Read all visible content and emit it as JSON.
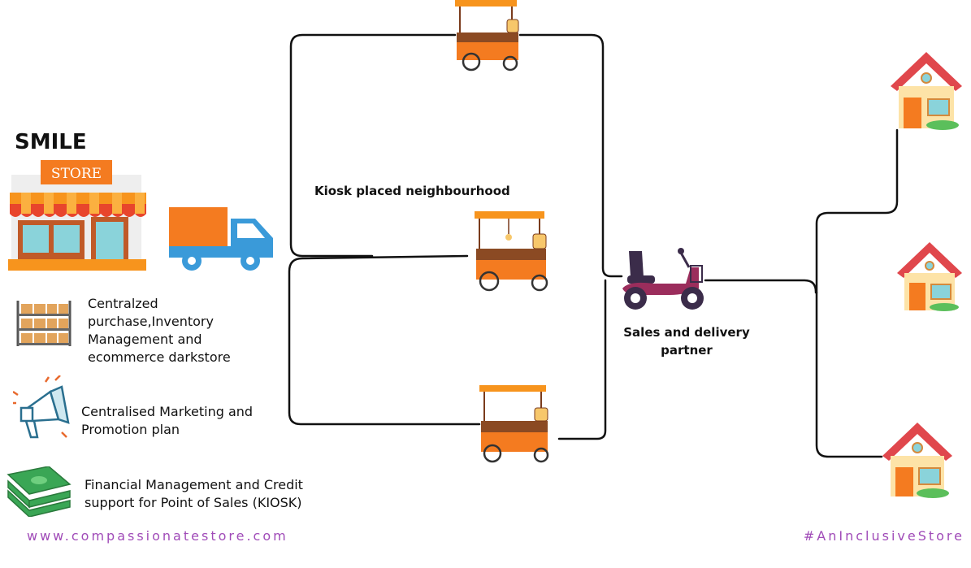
{
  "brand": {
    "name": "SMILE",
    "sign_text": "STORE"
  },
  "features": [
    {
      "text": "Centralzed purchase,Inventory Management and ecommerce darkstore",
      "icon": "warehouse-shelf-icon"
    },
    {
      "text": "Centralised Marketing and Promotion plan",
      "icon": "megaphone-icon"
    },
    {
      "text": "Financial Management and Credit support for Point of Sales (KIOSK)",
      "icon": "money-stack-icon"
    }
  ],
  "labels": {
    "kiosk": "Kiosk placed neighbourhood",
    "delivery": "Sales and delivery partner"
  },
  "footer": {
    "website": "www.compassionatestore.com",
    "hashtag": "#AnInclusiveStore"
  },
  "colors": {
    "awning_orange": "#f7941d",
    "truck_blue": "#3a9ad9",
    "roof_red": "#e0474c",
    "scooter_purple": "#9b2d5c",
    "footer_purple": "#a04bb8"
  }
}
